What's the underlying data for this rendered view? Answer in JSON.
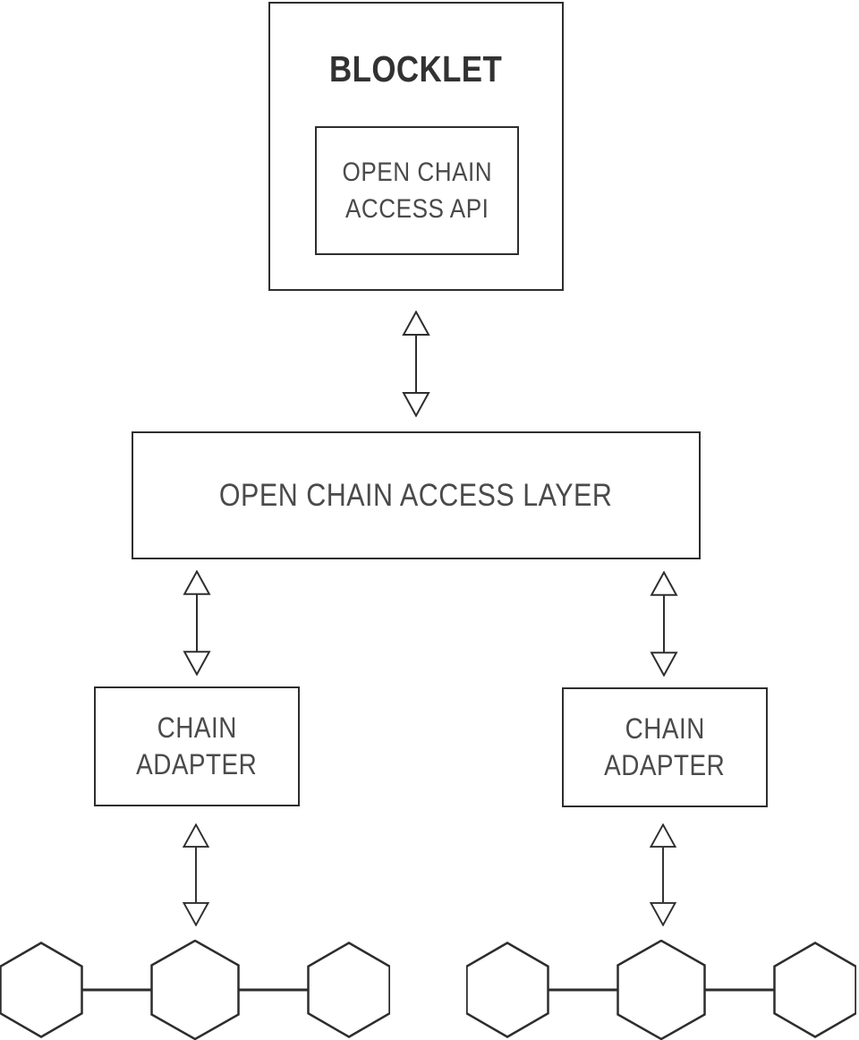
{
  "colors": {
    "background": "#ffffff",
    "line": "#2e2e2e",
    "title_text": "#323232",
    "label_text": "#4a4a4a"
  },
  "blocklet": {
    "title": "BLOCKLET",
    "api_box": {
      "line1": "OPEN CHAIN",
      "line2": "ACCESS API"
    }
  },
  "access_layer": {
    "label": "OPEN CHAIN ACCESS LAYER"
  },
  "adapters": {
    "left": {
      "line1": "CHAIN",
      "line2": "ADAPTER"
    },
    "right": {
      "line1": "CHAIN",
      "line2": "ADAPTER"
    }
  }
}
